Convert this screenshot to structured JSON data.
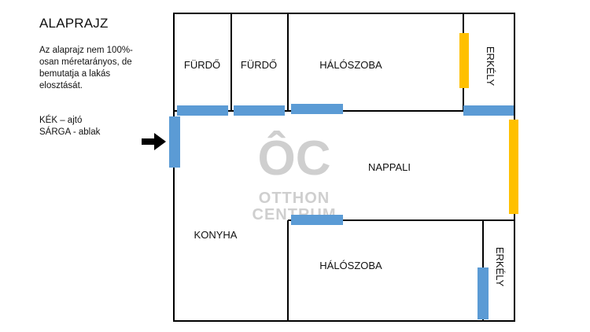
{
  "title": "ALAPRAJZ",
  "note": "Az alaprajz nem 100%-\nosan méretarányos, de\nbemutatja a lakás\nelosztását.",
  "legend": {
    "blue": "KÉK – ajtó",
    "yellow": "SÁRGA - ablak"
  },
  "rooms": {
    "bath1": "FÜRDŐ",
    "bath2": "FÜRDŐ",
    "bedroom_top": "HÁLÓSZOBA",
    "balcony_top": "ERKÉLY",
    "living": "NAPPALI",
    "kitchen": "KONYHA",
    "bedroom_bottom": "HÁLÓSZOBA",
    "balcony_bottom": "ERKÉLY"
  },
  "watermark": {
    "logo": "ÔC",
    "line1": "OTTHON",
    "line2": "CENTRUM"
  },
  "colors": {
    "door": "#5b9bd5",
    "window": "#ffc000",
    "wall": "#000000"
  }
}
